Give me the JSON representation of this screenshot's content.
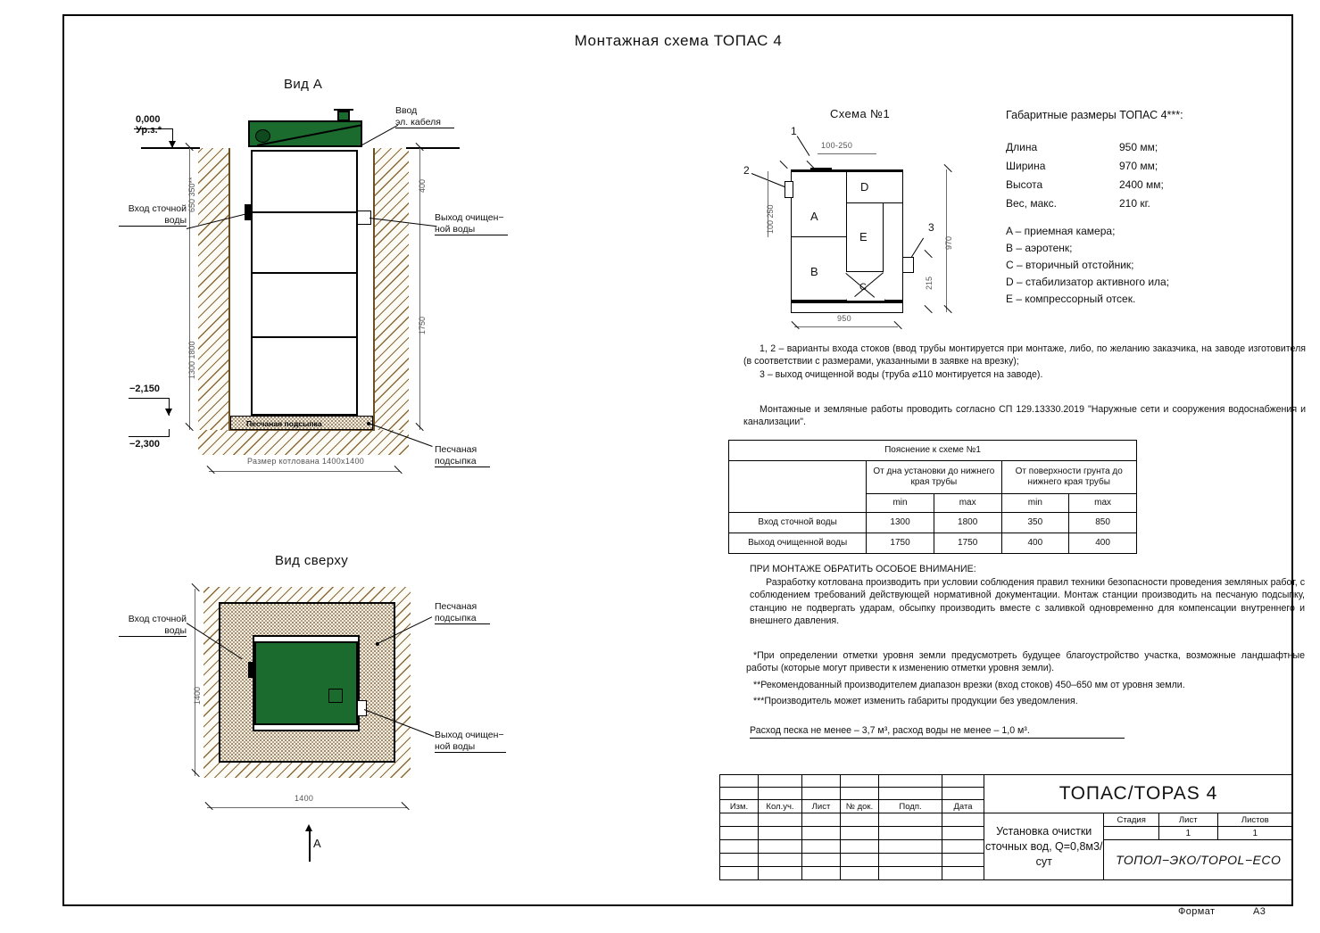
{
  "sheet": {
    "title": "Монтажная схема ТОПАС 4",
    "format_label": "Формат",
    "format_value": "А3"
  },
  "views": {
    "section": {
      "title": "Вид А",
      "elev_zero": "0,000\nУр.з.*",
      "elev_bottom_tank": "−2,150",
      "elev_bottom_pit": "−2,300",
      "label_cable": "Ввод\nэл. кабеля",
      "label_inlet": "Вход сточной\nводы",
      "label_outlet": "Выход очищен−\nной воды",
      "label_sand_inner": "Песчаная подсыпка",
      "label_sand_outer": "Песчаная\nподсыпка",
      "dim_left_top": "650  350**",
      "dim_left_bottom": "1300  1800",
      "dim_right_top": "400",
      "dim_right_bottom": "1750",
      "dim_pit_width": "Размер котлована 1400х1400"
    },
    "plan": {
      "title": "Вид сверху",
      "label_inlet": "Вход сточной\nводы",
      "label_outlet": "Выход очищен−\nной воды",
      "label_sand": "Песчаная\nподсыпка",
      "dim_height": "1400",
      "dim_width": "1400",
      "section_mark": "А"
    }
  },
  "schema": {
    "title": "Схема №1",
    "callouts": [
      "1",
      "2",
      "3"
    ],
    "chambers": [
      "A",
      "D",
      "E",
      "B",
      "C"
    ],
    "dim_top": "100-250",
    "dim_left": "100  250",
    "dim_right_total": "970",
    "dim_right_part": "215",
    "dim_bottom": "950"
  },
  "specs": {
    "title": "Габаритные размеры ТОПАС 4***:",
    "rows": [
      {
        "name": "Длина",
        "value": "950 мм;"
      },
      {
        "name": "Ширина",
        "value": "970 мм;"
      },
      {
        "name": "Высота",
        "value": "2400 мм;"
      },
      {
        "name": "Вес, макс.",
        "value": "210 кг."
      }
    ],
    "legend": [
      "A – приемная камера;",
      "B – аэротенк;",
      "C – вторичный отстойник;",
      "D – стабилизатор активного ила;",
      "E – компрессорный отсек."
    ]
  },
  "notes": {
    "inlet_variants": "1, 2 – варианты входа  стоков (ввод трубы монтируется при монтаже, либо, по желанию заказчика, на заводе изготовителя (в соответствии с размерами, указанными в заявке на врезку);",
    "outlet_variant": "3 – выход очищенной воды (труба ⌀110 монтируется на заводе).",
    "standard": "Монтажные и земляные работы проводить согласно СП 129.13330.2019 \"Наружные сети и сооружения водоснабжения и канализации\".",
    "attention_title": "ПРИ МОНТАЖЕ ОБРАТИТЬ ОСОБОЕ ВНИМАНИЕ:",
    "attention_body": "Разработку котлована производить при условии соблюдения правил техники безопасности проведения земляных работ, с соблюдением требований действующей нормативной документации. Монтаж станции производить на песчаную подсыпку, станцию не подвергать ударам, обсыпку производить вместе с заливкой одновременно для компенсации внутреннего и внешнего давления.",
    "footnote1": "*При определении отметки уровня земли предусмотреть будущее благоустройство участка, возможные ландшафтные работы (которые могут привести к изменению отметки уровня земли).",
    "footnote2": "**Рекомендованный производителем диапазон врезки (вход стоков) 450–650 мм от уровня земли.",
    "footnote3": "***Производитель может изменить габариты продукции без уведомления.",
    "consumption": "Расход песка не менее – 3,7 м³, расход воды не менее – 1,0 м³."
  },
  "table": {
    "caption": "Пояснение к схеме №1",
    "group_headers": [
      "От дна установки до нижнего края трубы",
      "От поверхности грунта до нижнего края трубы"
    ],
    "sub_headers": [
      "min",
      "max",
      "min",
      "max"
    ],
    "rows": [
      {
        "label": "Вход сточной воды",
        "values": [
          "1300",
          "1800",
          "350",
          "850"
        ]
      },
      {
        "label": "Выход очищенной воды",
        "values": [
          "1750",
          "1750",
          "400",
          "400"
        ]
      }
    ]
  },
  "title_block": {
    "rev_headers": [
      "Изм.",
      "Кол.уч.",
      "Лист",
      "№ док.",
      "Подп.",
      "Дата"
    ],
    "product_name": "ТОПАС/TOPAS 4",
    "object_name": "Установка очистки сточных вод,\nQ=0,8м3/сут",
    "stage_headers": [
      "Стадия",
      "Лист",
      "Листов"
    ],
    "stage_values": [
      "",
      "1",
      "1"
    ],
    "company": "ТОПОЛ−ЭКО/TOPOL−ECO"
  },
  "colors": {
    "tank": "#1c6b2e",
    "soil": "#8a6a3a",
    "sand": "#f3efe4",
    "line": "#000000"
  }
}
